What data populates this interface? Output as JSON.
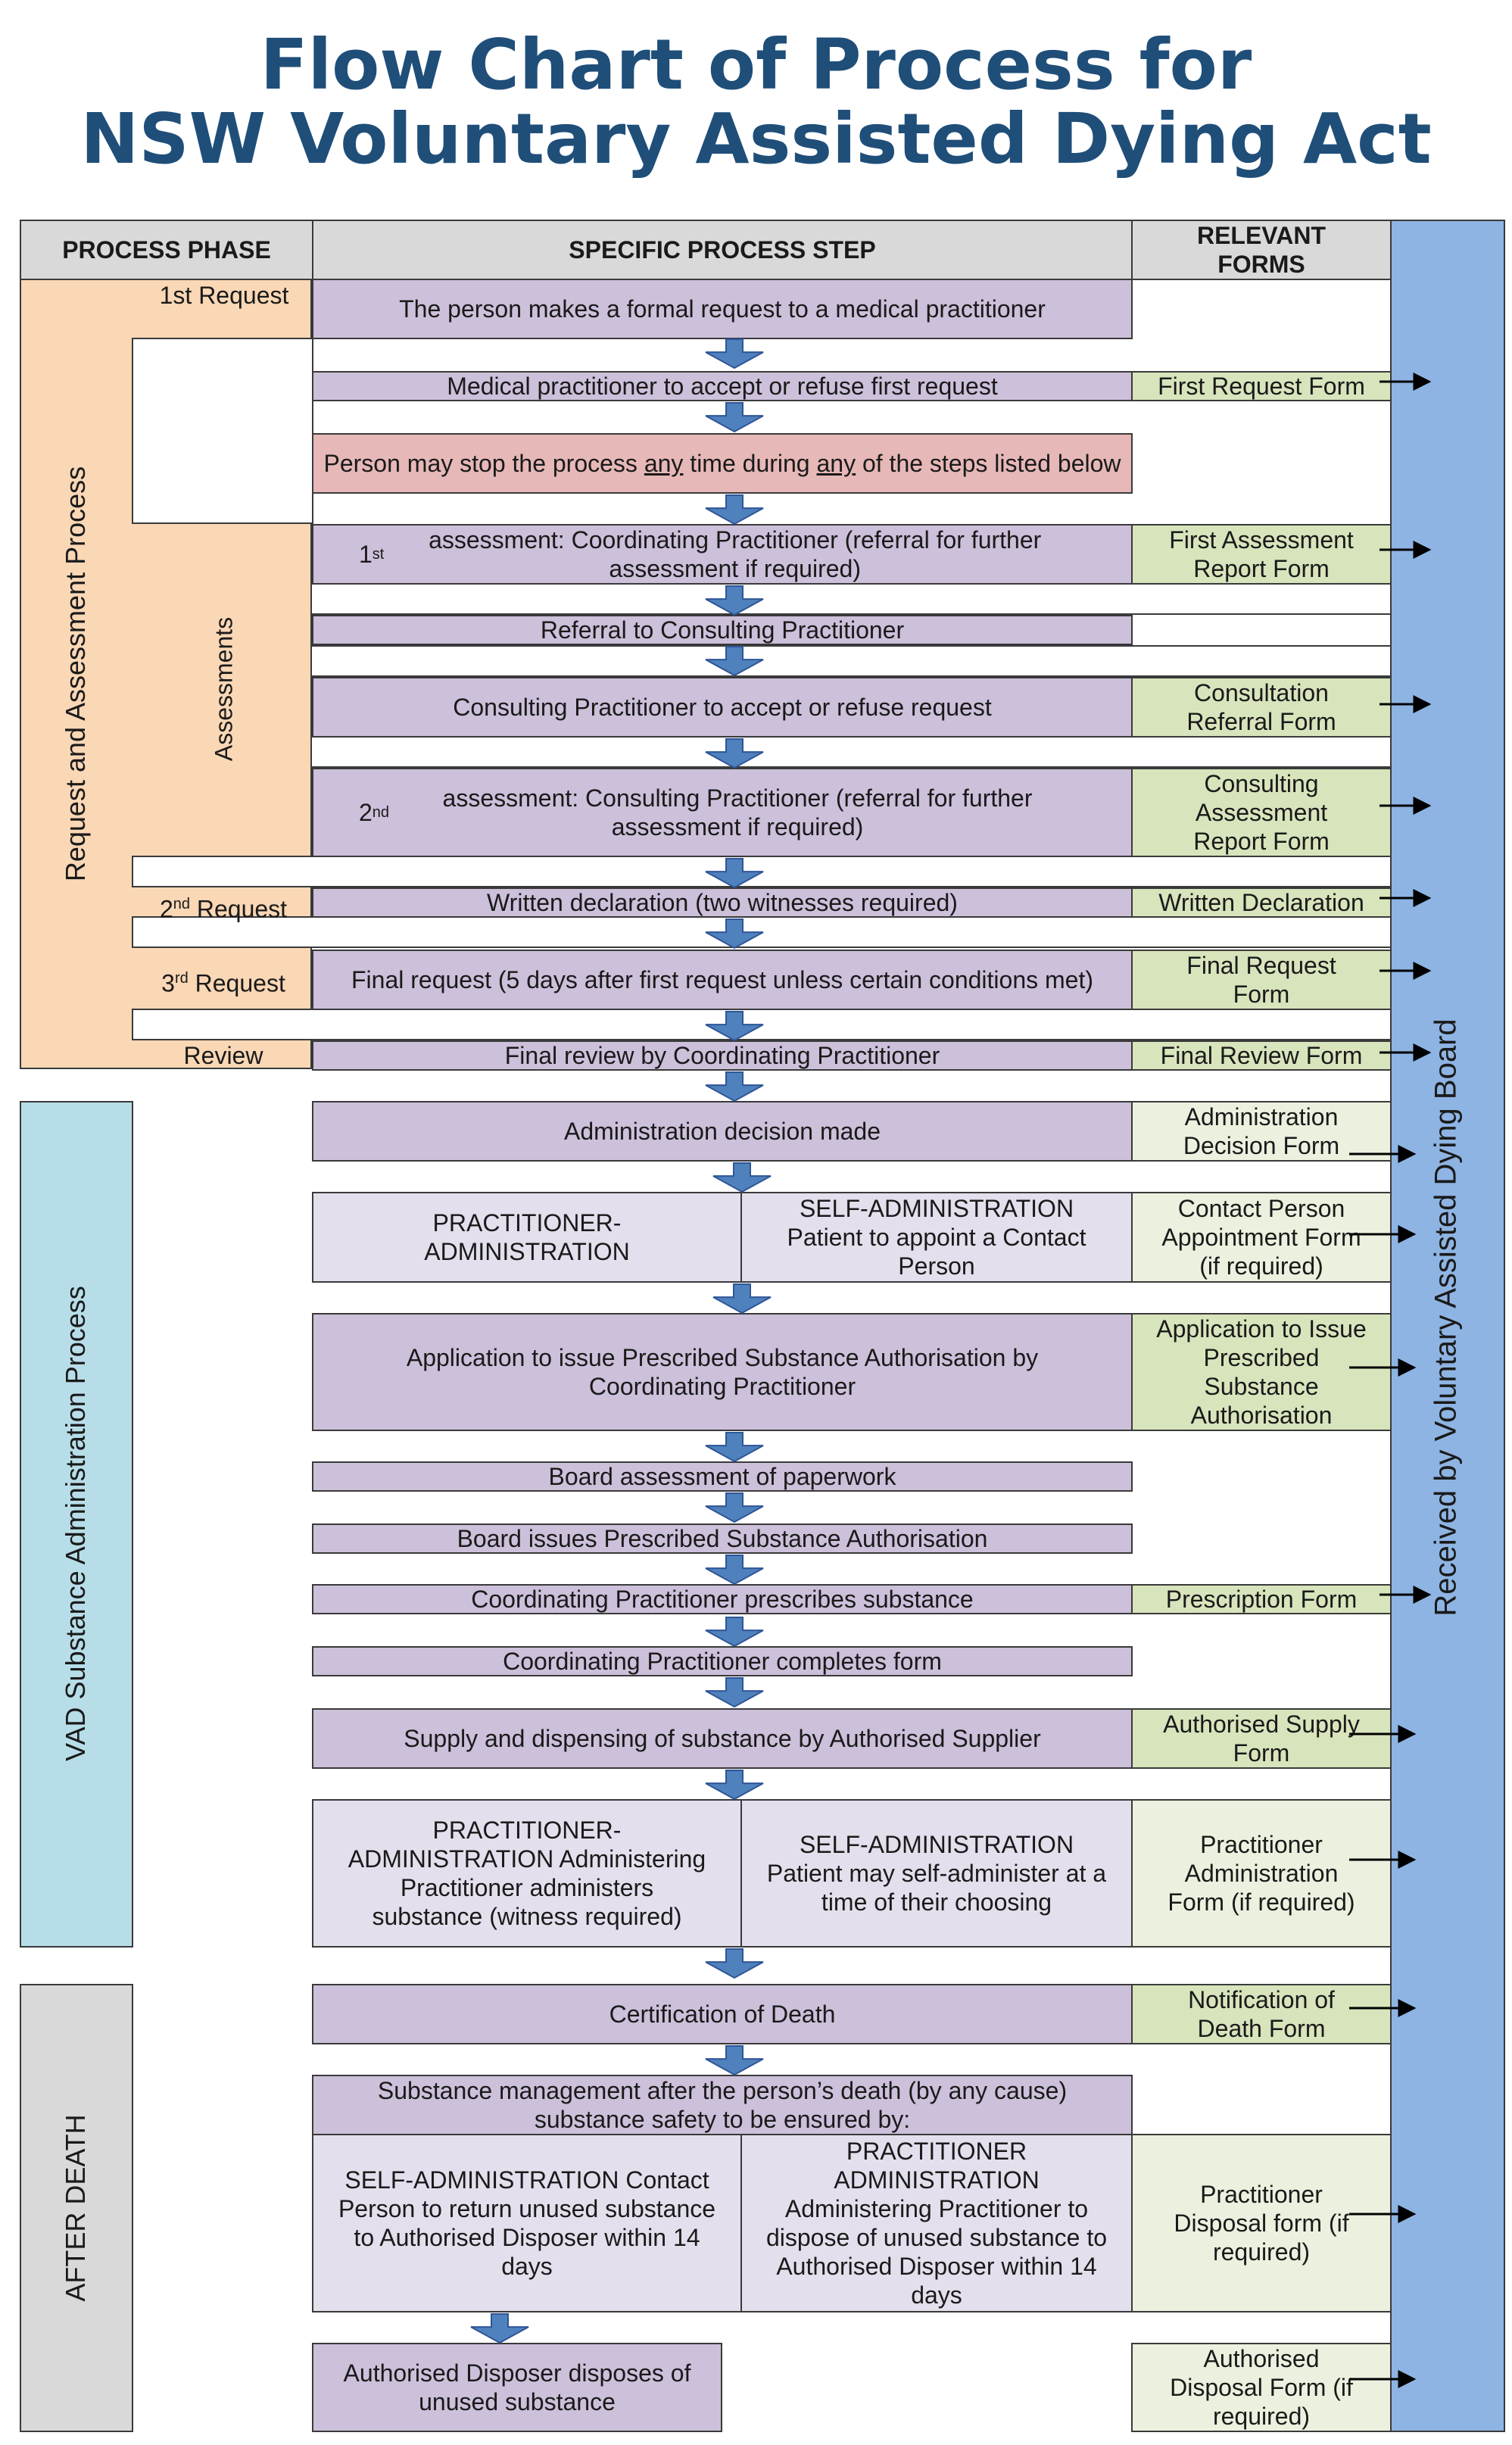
{
  "title": {
    "line1": "Flow Chart of Process for",
    "line2": "NSW Voluntary Assisted Dying Act"
  },
  "headers": {
    "phase": "PROCESS PHASE",
    "step": "SPECIFIC PROCESS STEP",
    "forms": "RELEVANT FORMS"
  },
  "phases": {
    "request_assessment": "Request and Assessment Process",
    "vad_substance": "VAD Substance Administration Process",
    "after_death": "AFTER DEATH",
    "board": "Received by Voluntary Assisted Dying Board"
  },
  "sub_phases": {
    "first_request": "1st Request",
    "assessments": "Assessments",
    "second_request": "2nd Request",
    "third_request": "3rd Request",
    "review": "Review"
  },
  "steps": {
    "s1": "The person makes a formal request to a medical practitioner",
    "s2": "Medical practitioner to accept or refuse first request",
    "s3_pre": "Person may stop the process ",
    "s3_any1": "any",
    "s3_mid": " time during ",
    "s3_any2": "any",
    "s3_post": " of the steps listed below",
    "s4": "1st assessment: Coordinating Practitioner (referral for further assessment if required)",
    "s5": "Referral to Consulting Practitioner",
    "s6": "Consulting Practitioner to accept or refuse request",
    "s7": "2nd assessment: Consulting Practitioner (referral for further assessment if required)",
    "s8": "Written declaration (two witnesses required)",
    "s9": "Final request (5 days after first request unless certain conditions met)",
    "s10": "Final review by Coordinating Practitioner",
    "s11": "Administration decision made",
    "s12a": "PRACTITIONER-ADMINISTRATION",
    "s12b": "SELF-ADMINISTRATION Patient to appoint a Contact Person",
    "s13": "Application to issue Prescribed Substance Authorisation by Coordinating Practitioner",
    "s14": "Board assessment of paperwork",
    "s15": "Board issues Prescribed Substance Authorisation",
    "s16": "Coordinating Practitioner prescribes substance",
    "s17": "Coordinating Practitioner completes form",
    "s18": "Supply and dispensing of substance by Authorised Supplier",
    "s19a": "PRACTITIONER-ADMINISTRATION Administering Practitioner administers substance (witness required)",
    "s19b": "SELF-ADMINISTRATION Patient may self-administer at a time of their choosing",
    "s20": "Certification of Death",
    "s21": "Substance management after the person’s death (by any cause) substance safety to be ensured by:",
    "s22a": "SELF-ADMINISTRATION Contact Person to return unused substance to Authorised Disposer within 14 days",
    "s22b": "PRACTITIONER ADMINISTRATION Administering Practitioner to dispose of unused substance to Authorised Disposer within 14 days",
    "s23": "Authorised Disposer disposes of unused substance"
  },
  "forms": {
    "f1": "First Request Form",
    "f2": "First Assessment Report Form",
    "f3": "Consultation Referral Form",
    "f4": "Consulting Assessment Report Form",
    "f5": "Written Declaration",
    "f6": "Final Request Form",
    "f7": "Final Review Form",
    "f8": "Administration Decision Form",
    "f9": "Contact Person Appointment Form (if required)",
    "f10": "Application to Issue Prescribed Substance Authorisation",
    "f11": "Prescription Form",
    "f12": "Authorised Supply Form",
    "f13": "Practitioner Administration Form (if required)",
    "f14": "Notification of Death Form",
    "f15": "Practitioner Disposal form (if required)",
    "f16": "Authorised Disposal Form (if required)"
  },
  "colors": {
    "title": "#1f4e79",
    "step": "#ccc0da",
    "step_light": "#e4dfec",
    "stop": "#e6b8b7",
    "form": "#d8e4bc",
    "request_phase": "#fad7b5",
    "vad_phase": "#b7dee8",
    "after_death_phase": "#d9d9d9",
    "board": "#8eb4e3",
    "arrow": "#4f81bd"
  }
}
